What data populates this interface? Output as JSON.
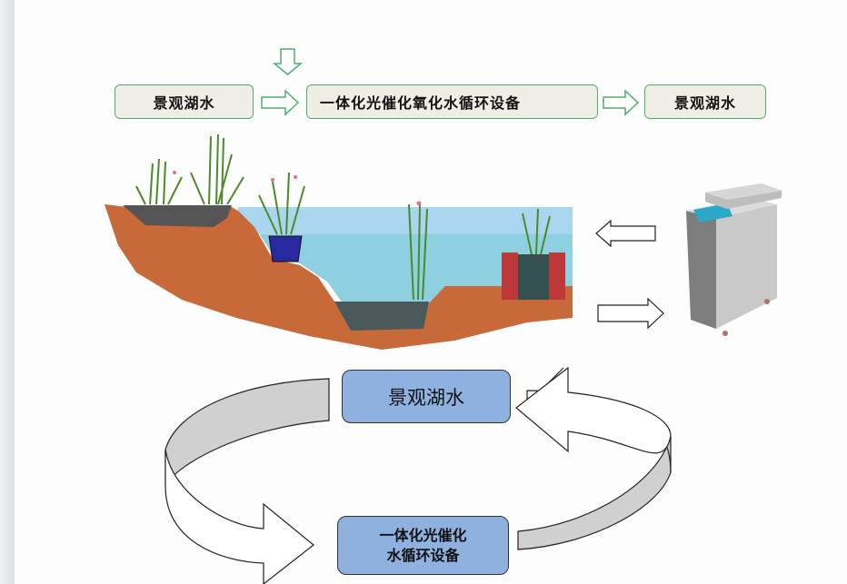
{
  "top_flow": {
    "source_label": "景观湖水",
    "device_label": "一体化光催化氧化水循环设备",
    "output_label": "景观湖水",
    "arrow_color": "#4caf6a",
    "box_fill": "#efede4"
  },
  "illustration": {
    "scene": "pond-cross-section",
    "device": "photocatalytic-water-treatment-unit",
    "arrows": [
      "inflow-to-pond",
      "outflow-to-device"
    ]
  },
  "cycle": {
    "top_label": "景观湖水",
    "bottom_label_line1": "一体化光催化",
    "bottom_label_line2": "水循环设备",
    "box_fill": "#8eb1e0",
    "band_fill": "#d0d0d0"
  }
}
